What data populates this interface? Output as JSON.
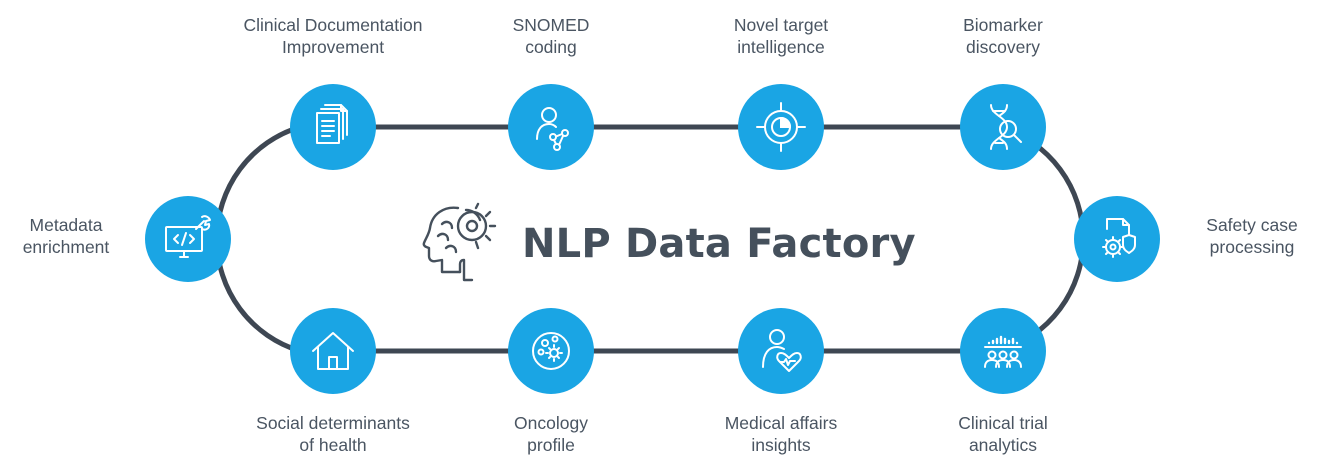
{
  "title": "NLP Data Factory",
  "colors": {
    "node": "#1aa5e4",
    "track": "#3e4753",
    "text": "#4a5562"
  },
  "nodes": {
    "cdi": {
      "icon": "documents-icon",
      "line1": "Clinical Documentation",
      "line2": "Improvement"
    },
    "snomed": {
      "icon": "person-network-icon",
      "line1": "SNOMED",
      "line2": "coding"
    },
    "target": {
      "icon": "target-chart-icon",
      "line1": "Novel target",
      "line2": "intelligence"
    },
    "biomarker": {
      "icon": "dna-search-icon",
      "line1": "Biomarker",
      "line2": "discovery"
    },
    "safety": {
      "icon": "document-gears-icon",
      "line1": "Safety case",
      "line2": "processing"
    },
    "trial": {
      "icon": "group-data-icon",
      "line1": "Clinical trial",
      "line2": "analytics"
    },
    "medical": {
      "icon": "person-heart-icon",
      "line1": "Medical affairs",
      "line2": "insights"
    },
    "oncology": {
      "icon": "cell-icon",
      "line1": "Oncology",
      "line2": "profile"
    },
    "social": {
      "icon": "house-icon",
      "line1": "Social determinants",
      "line2": "of health"
    },
    "metadata": {
      "icon": "monitor-wrench-icon",
      "line1": "Metadata",
      "line2": "enrichment"
    }
  }
}
